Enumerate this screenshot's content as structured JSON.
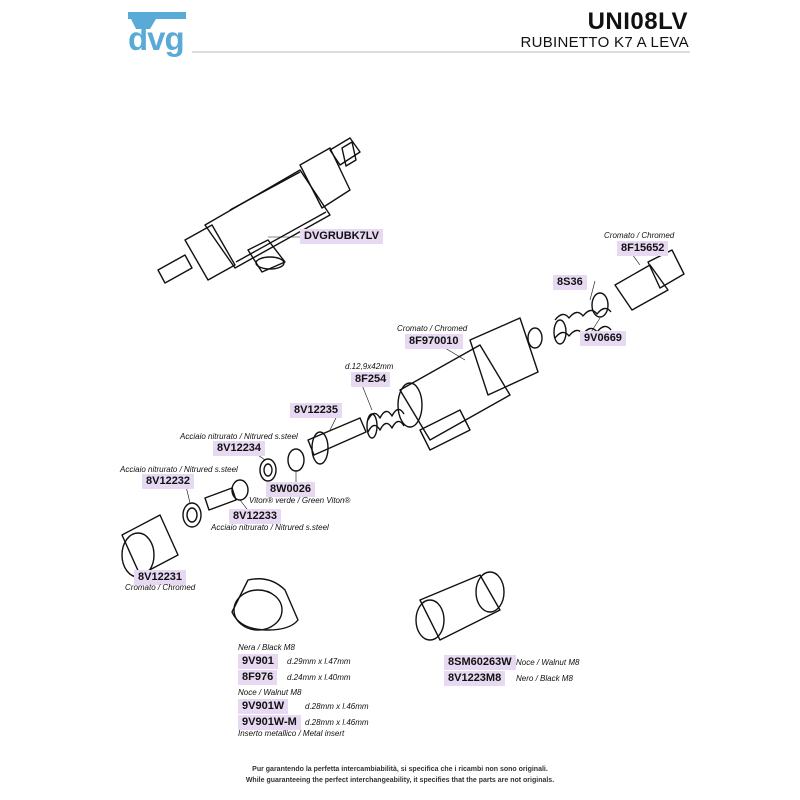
{
  "header": {
    "logo": "dvg",
    "title": "UNI08LV",
    "subtitle": "RUBINETTO K7 A LEVA"
  },
  "parts": [
    {
      "code": "DVGRUBK7LV",
      "note": ""
    },
    {
      "code": "8F15652",
      "note": "Cromato / Chromed"
    },
    {
      "code": "8S36",
      "note": ""
    },
    {
      "code": "9V0669",
      "note": ""
    },
    {
      "code": "8F970010",
      "note": "Cromato / Chromed"
    },
    {
      "code": "8F254",
      "note": "d.12,9x42mm"
    },
    {
      "code": "8V12235",
      "note": ""
    },
    {
      "code": "8V12234",
      "note": "Acciaio nitrurato / Nitrured s.steel"
    },
    {
      "code": "8W0026",
      "note": "Viton® verde / Green Viton®"
    },
    {
      "code": "8V12232",
      "note": "Acciaio nitrurato / Nitrured s.steel"
    },
    {
      "code": "8V12233",
      "note": "Acciaio nitrurato / Nitrured s.steel"
    },
    {
      "code": "8V12231",
      "note": "Cromato / Chromed"
    }
  ],
  "handles_left": {
    "group1_label": "Nera / Black M8",
    "group2_label": "Noce / Walnut M8",
    "items": [
      {
        "code": "9V901",
        "spec": "d.29mm x l.47mm"
      },
      {
        "code": "8F976",
        "spec": "d.24mm x l.40mm"
      },
      {
        "code": "9V901W",
        "spec": "d.28mm x l.46mm"
      },
      {
        "code": "9V901W-M",
        "spec": "d.28mm x l.46mm"
      }
    ],
    "insert_note": "Inserto metallico / Metal insert"
  },
  "handles_right": {
    "items": [
      {
        "code": "8SM60263W",
        "spec": "Noce / Walnut M8"
      },
      {
        "code": "8V1223M8",
        "spec": "Nero / Black M8"
      }
    ]
  },
  "footer": {
    "line1": "Pur garantendo la perfetta intercambiabilità, si specifica che i ricambi non sono originali.",
    "line2": "While guaranteeing the perfect interchangeability, it specifies that the parts are not originals."
  },
  "colors": {
    "brand": "#5aaad8",
    "code_bg": "#e8d9f2",
    "ink": "#111111"
  }
}
